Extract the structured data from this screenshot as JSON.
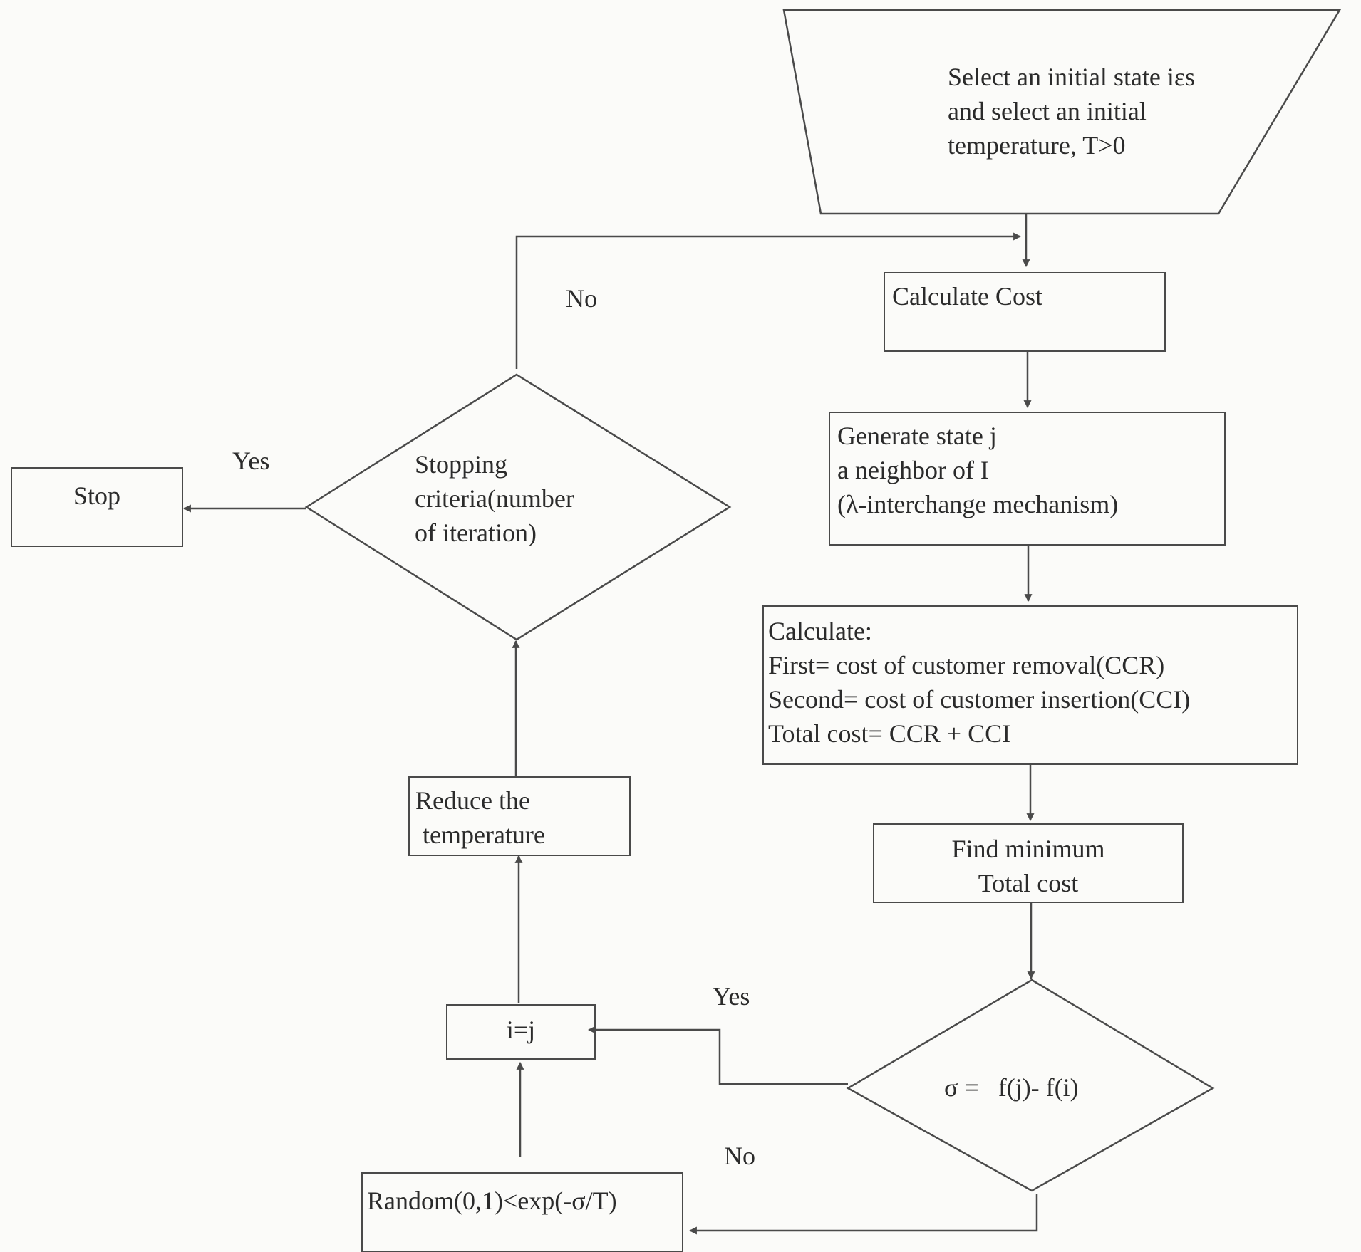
{
  "flowchart": {
    "start": {
      "lines": [
        "Select an initial state iεs",
        "and select an initial",
        "temperature, T>0"
      ]
    },
    "calc_cost": {
      "lines": [
        "Calculate Cost"
      ]
    },
    "generate": {
      "lines": [
        "Generate state j",
        "a neighbor of I",
        "(λ-interchange mechanism)"
      ]
    },
    "calculate": {
      "lines": [
        "Calculate:",
        "First= cost of customer removal(CCR)",
        "Second= cost of customer insertion(CCI)",
        "Total cost= CCR + CCI"
      ]
    },
    "find_min": {
      "lines": [
        "Find minimum",
        "Total cost"
      ]
    },
    "sigma": {
      "text": "σ =   f(j)- f(i)"
    },
    "random": {
      "text": "Random(0,1)<exp(-σ/T)"
    },
    "assign": {
      "text": "i=j"
    },
    "reduce": {
      "lines": [
        "Reduce the",
        "temperature"
      ]
    },
    "stopping": {
      "lines": [
        "Stopping",
        "criteria(number",
        "of iteration)"
      ]
    },
    "stop": {
      "text": "Stop"
    },
    "labels": {
      "no_top": "No",
      "yes_stop": "Yes",
      "yes_sigma": "Yes",
      "no_sigma": "No"
    }
  },
  "colors": {
    "line": "#4a4a4a",
    "text": "#2b2b2b",
    "background": "#fbfbf9"
  }
}
